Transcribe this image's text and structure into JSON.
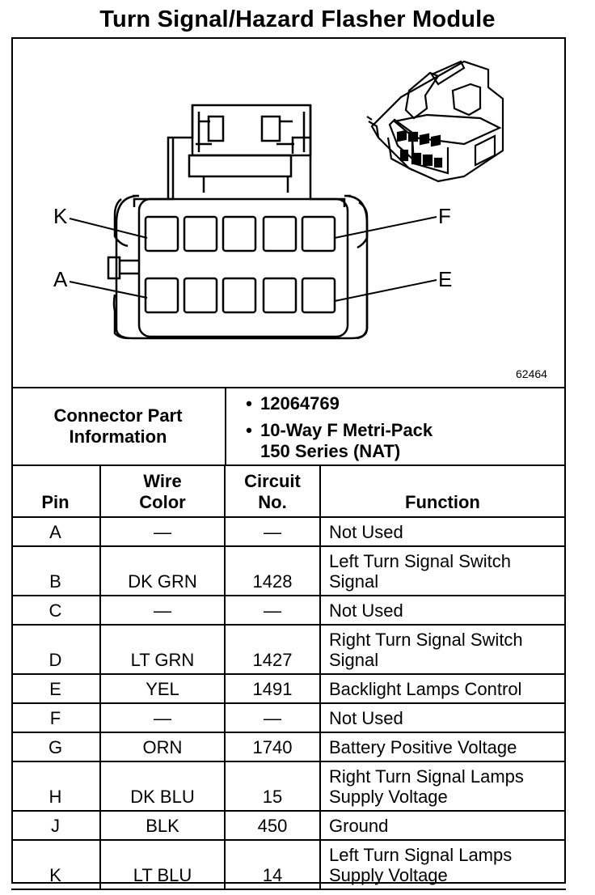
{
  "title": "Turn Signal/Hazard Flasher Module",
  "diagram": {
    "figure_number": "62464",
    "labels": {
      "k": "K",
      "f": "F",
      "a": "A",
      "e": "E"
    }
  },
  "connector_info": {
    "label": "Connector Part Information",
    "bullets": [
      {
        "bullet": "•",
        "text": "12064769"
      },
      {
        "bullet": "•",
        "text": "10-Way F Metri-Pack\n150 Series (NAT)"
      }
    ]
  },
  "table": {
    "headers": {
      "pin": "Pin",
      "wire_color": "Wire\nColor",
      "circuit": "Circuit\nNo.",
      "function": "Function"
    },
    "rows": [
      {
        "pin": "A",
        "wire": "—",
        "circuit": "—",
        "function": "Not Used"
      },
      {
        "pin": "B",
        "wire": "DK GRN",
        "circuit": "1428",
        "function": "Left Turn Signal Switch Signal"
      },
      {
        "pin": "C",
        "wire": "—",
        "circuit": "—",
        "function": "Not Used"
      },
      {
        "pin": "D",
        "wire": "LT GRN",
        "circuit": "1427",
        "function": "Right Turn Signal Switch Signal"
      },
      {
        "pin": "E",
        "wire": "YEL",
        "circuit": "1491",
        "function": "Backlight Lamps Control"
      },
      {
        "pin": "F",
        "wire": "—",
        "circuit": "—",
        "function": "Not Used"
      },
      {
        "pin": "G",
        "wire": "ORN",
        "circuit": "1740",
        "function": "Battery Positive Voltage"
      },
      {
        "pin": "H",
        "wire": "DK BLU",
        "circuit": "15",
        "function": "Right Turn Signal Lamps Supply Voltage"
      },
      {
        "pin": "J",
        "wire": "BLK",
        "circuit": "450",
        "function": "Ground"
      },
      {
        "pin": "K",
        "wire": "LT BLU",
        "circuit": "14",
        "function": "Left Turn Signal Lamps Supply Voltage"
      }
    ]
  }
}
